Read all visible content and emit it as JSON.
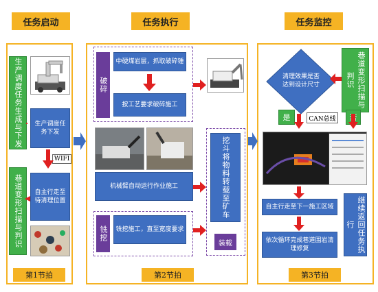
{
  "columns": {
    "col1": {
      "header": "任务启动",
      "footer": "第1节拍"
    },
    "col2": {
      "header": "任务执行",
      "footer": "第2节拍"
    },
    "col3": {
      "header": "任务监控",
      "footer": "第3节拍"
    }
  },
  "col1": {
    "green_top": "生产调度任务生成与下发",
    "blue_top": "生产调度任务下发",
    "wifi": "WIFI",
    "blue_bottom": "自主行走至待清理位置",
    "green_bottom": "巷道变形扫描与判识"
  },
  "col2": {
    "break_label": "破碎",
    "break_step1": "中硬煤岩层，抓取破碎锤",
    "break_step2": "按工艺要求破碎施工",
    "auto_arm": "机械臂自动运行作业施工",
    "mill_label": "铣挖",
    "mill_step": "铣挖施工，直至宽度要求",
    "load_text": "挖斗将物料转载至矿车",
    "load_label": "装载"
  },
  "col3": {
    "decision": "清理效果是否达到设计尺寸",
    "green_right": "巷道变形扫描与判识",
    "yes": "是",
    "no": "否",
    "can": "CAN总线",
    "walk_next": "自主行走至下一施工区域",
    "repair": "依次循环完成巷道围岩清理修复",
    "return": "继续返回任务执行"
  },
  "colors": {
    "orange": "#f5b324",
    "blue": "#3f6fc1",
    "green": "#41b04a",
    "purple": "#6a3d9a",
    "red": "#e02020"
  }
}
